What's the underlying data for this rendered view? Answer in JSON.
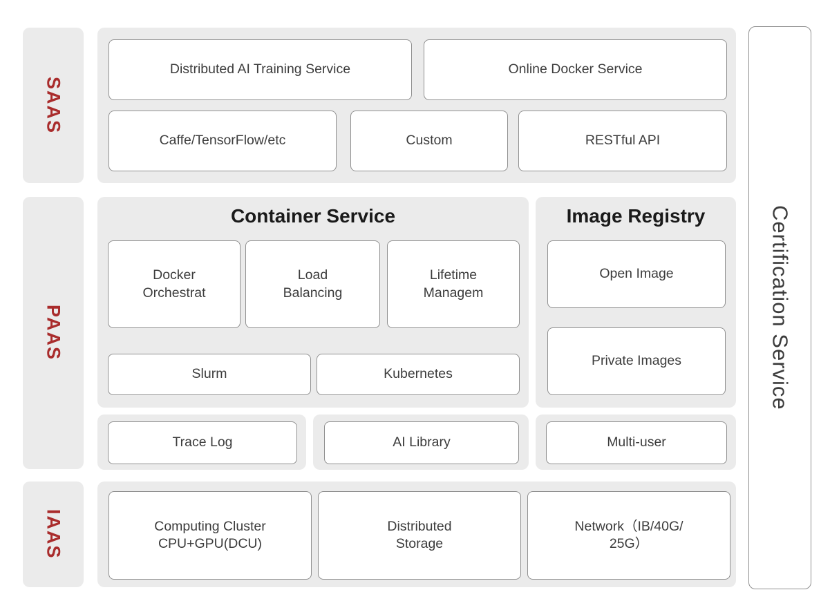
{
  "colors": {
    "accent_red": "#a92c2c",
    "panel_bg": "#ebebeb",
    "box_border": "#8f8f8f",
    "box_text": "#3c3c3c",
    "title_text": "#1a1a1a"
  },
  "layer_labels": {
    "saas": "SAAS",
    "paas": "PAAS",
    "iaas": "IAAS"
  },
  "saas": {
    "boxes": [
      "Distributed AI Training Service",
      "Online Docker Service",
      "Caffe/TensorFlow/etc",
      "Custom",
      "RESTful API"
    ]
  },
  "paas": {
    "container_service": {
      "title": "Container Service",
      "boxes": [
        "Docker\nOrchestrat",
        "Load\nBalancing",
        "Lifetime\nManagem",
        "Slurm",
        "Kubernetes"
      ]
    },
    "image_registry": {
      "title": "Image Registry",
      "boxes": [
        "Open Image",
        "Private Images"
      ]
    },
    "extras": [
      "Trace Log",
      "AI Library",
      "Multi-user"
    ]
  },
  "iaas": {
    "boxes": [
      "Computing Cluster\nCPU+GPU(DCU)",
      "Distributed\nStorage",
      "Network（IB/40G/\n25G）"
    ]
  },
  "certification": {
    "label": "Certification Service"
  }
}
